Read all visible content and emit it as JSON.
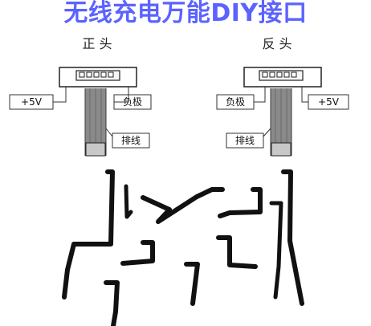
{
  "title": "无线充电万能DIY接口",
  "diagram": {
    "front": {
      "heading": "正 头",
      "left_label": "+5V",
      "right_label": "负极",
      "ribbon_label": "排线"
    },
    "reverse": {
      "heading": "反 头",
      "left_label": "负极",
      "right_label": "+5V",
      "ribbon_label": "排线"
    }
  },
  "colors": {
    "title": "#5b63ff",
    "ink": "#111111",
    "frame": "#4a4a4a",
    "ribbon": "#8a8a8a"
  }
}
